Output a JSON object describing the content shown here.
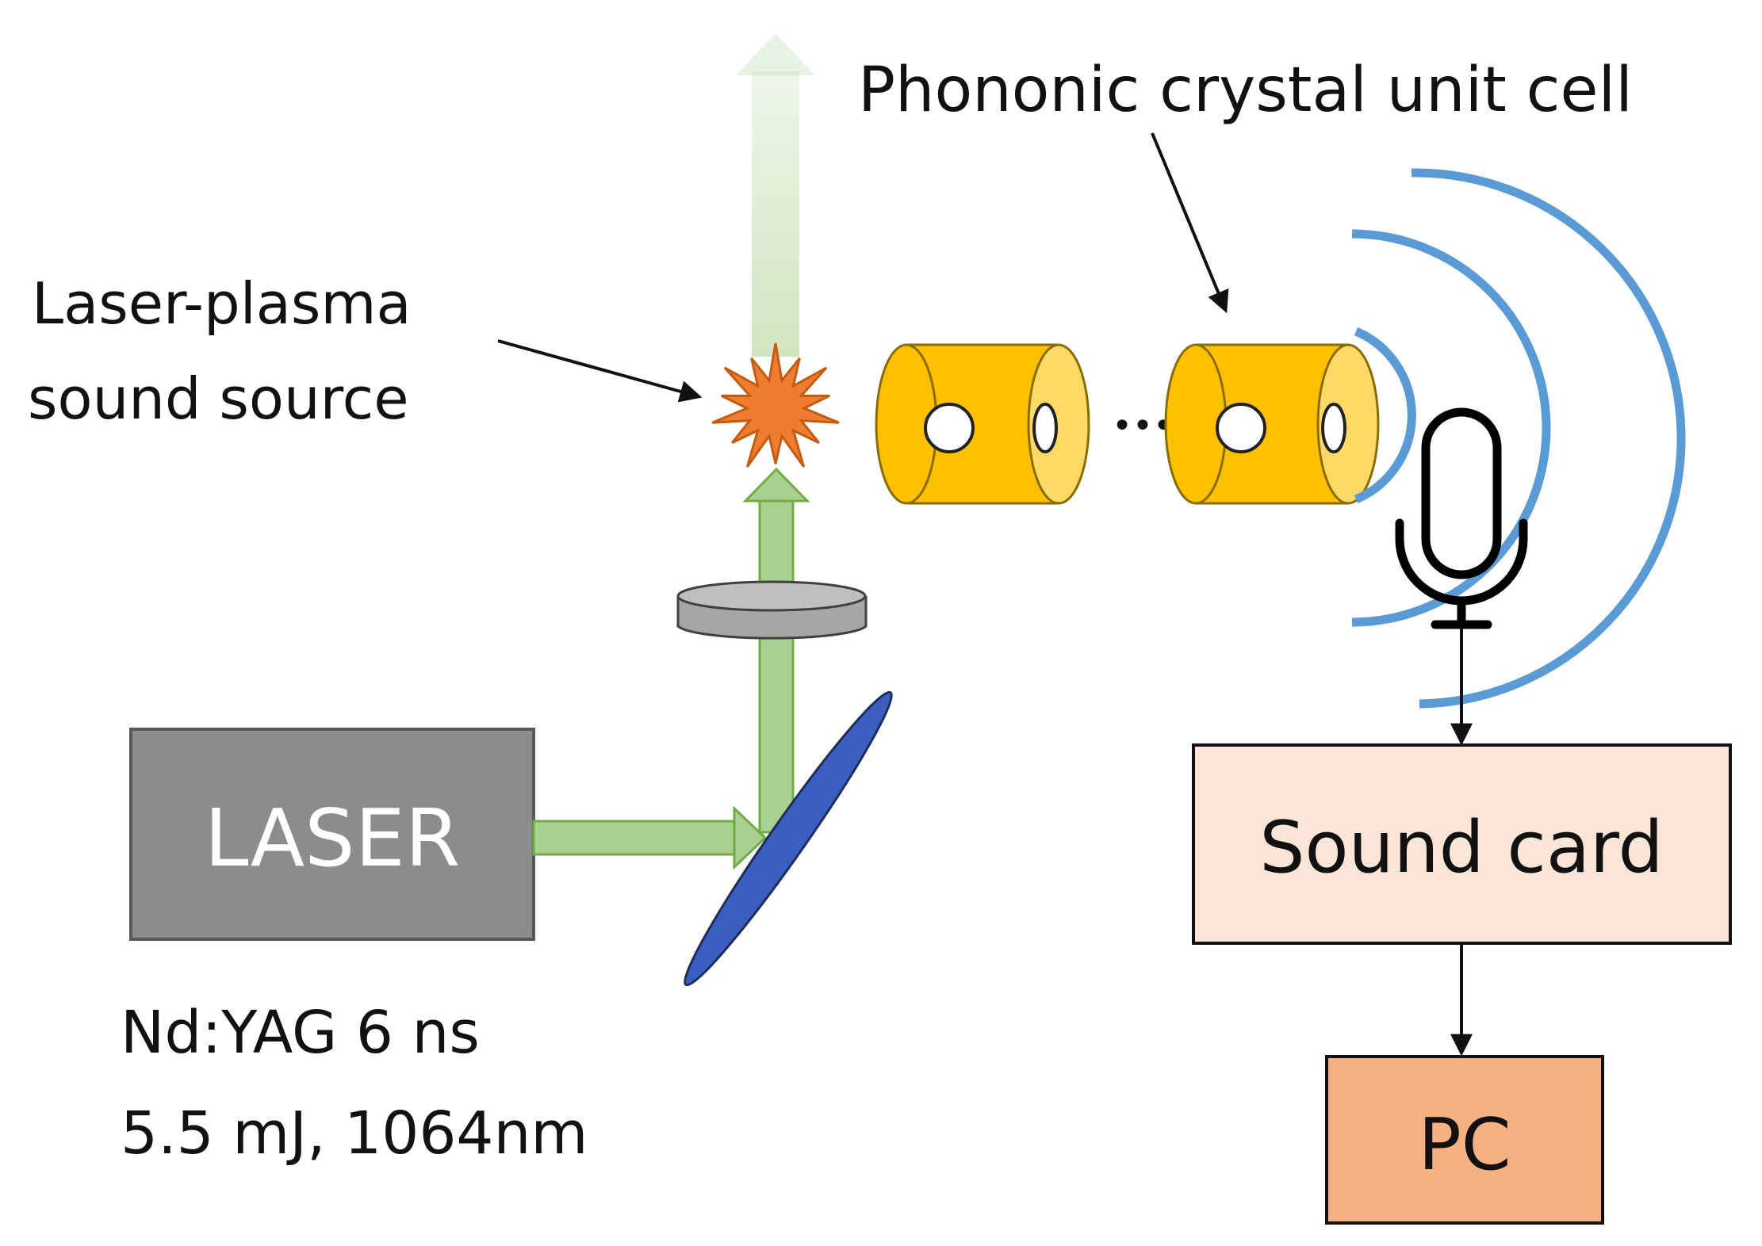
{
  "labels": {
    "laser": "LASER",
    "laser_spec_line1": "Nd:YAG 6 ns",
    "laser_spec_line2": "5.5 mJ, 1064nm",
    "source_line1": "Laser-plasma",
    "source_line2": "sound source",
    "crystal": "Phononic crystal unit cell",
    "ellipsis": "•••",
    "sound_card": "Sound card",
    "pc": "PC"
  },
  "colors": {
    "laser_box": "#8c8c8c",
    "beam": "#a9d08e",
    "beam_stroke": "#70ad47",
    "mirror": "#3b5fc0",
    "lens": "#a6a6a6",
    "plasma": "#ed7d31",
    "cylinder": "#ffc000",
    "wave": "#5b9bd5",
    "sound_card_box": "#fbe5d6",
    "pc_box": "#f4b183"
  },
  "icons": {
    "microphone": "microphone-icon",
    "plasma": "starburst-icon"
  }
}
